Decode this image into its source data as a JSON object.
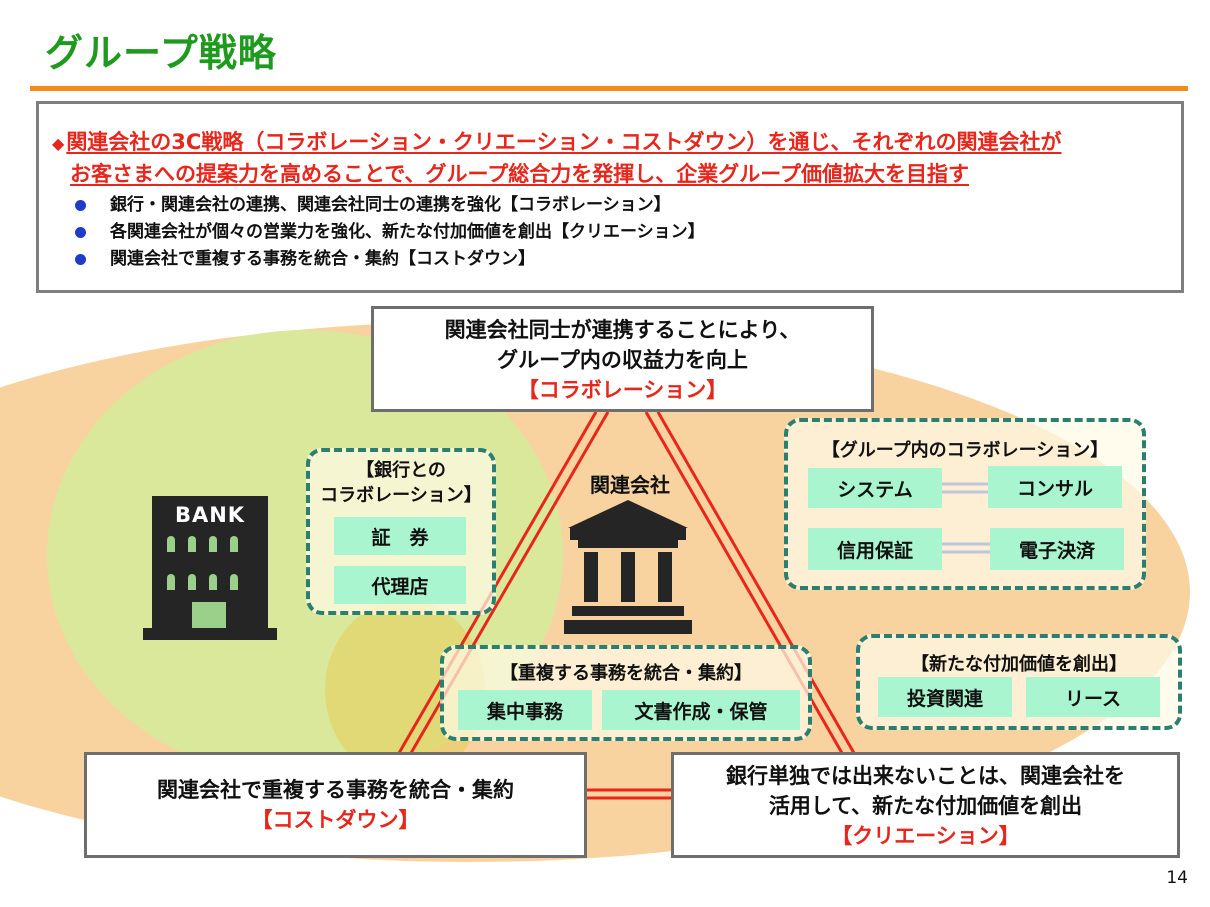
{
  "title": "グループ戦略",
  "summary": {
    "marker": "◆",
    "headline_1": "関連会社の3C戦略（コラボレーション・クリエーション・コストダウン）を通じ、それぞれの関連会社が",
    "headline_2": "お客さまへの提案力を高めることで、グループ総合力を発揮し、企業グループ価値拡大を目指す",
    "bullets": [
      "銀行・関連会社の連携、関連会社同士の連携を強化【コラボレーション】",
      "各関連会社が個々の営業力を強化、新たな付加価値を創出【クリエーション】",
      "関連会社で重複する事務を統合・集約【コストダウン】"
    ]
  },
  "top_panel": {
    "line1": "関連会社同士が連携することにより、",
    "line2": "グループ内の収益力を向上",
    "tag": "【コラボレーション】"
  },
  "left_panel": {
    "line1": "関連会社で重複する事務を統合・集約",
    "tag": "【コストダウン】"
  },
  "right_panel": {
    "line1": "銀行単独では出来ないことは、関連会社を",
    "line2": "活用して、新たな付加価値を創出",
    "tag": "【クリエーション】"
  },
  "bank": {
    "label": "BANK"
  },
  "center": {
    "label": "関連会社"
  },
  "bank_collab": {
    "caption_1": "【銀行との",
    "caption_2": "コラボレーション】",
    "items": [
      "証　券",
      "代理店"
    ]
  },
  "group_collab": {
    "caption": "【グループ内のコラボレーション】",
    "items": [
      "システム",
      "コンサル",
      "信用保証",
      "電子決済"
    ]
  },
  "cost_box": {
    "caption": "【重複する事務を統合・集約】",
    "items": [
      "集中事務",
      "文書作成・保管"
    ]
  },
  "value_box": {
    "caption": "【新たな付加価値を創出】",
    "items": [
      "投資関連",
      "リース"
    ]
  },
  "colors": {
    "title": "#1e9a1e",
    "accent_rule": "#f28a1c",
    "red": "#e8261c",
    "bank_circle": "#d9e89a",
    "group_circle": "#f8d3a0",
    "tile": "#a9f5cf",
    "dash": "#2a7f70",
    "bullet": "#1f3cc8",
    "link": "#1f3cc8"
  },
  "page_number": "14"
}
